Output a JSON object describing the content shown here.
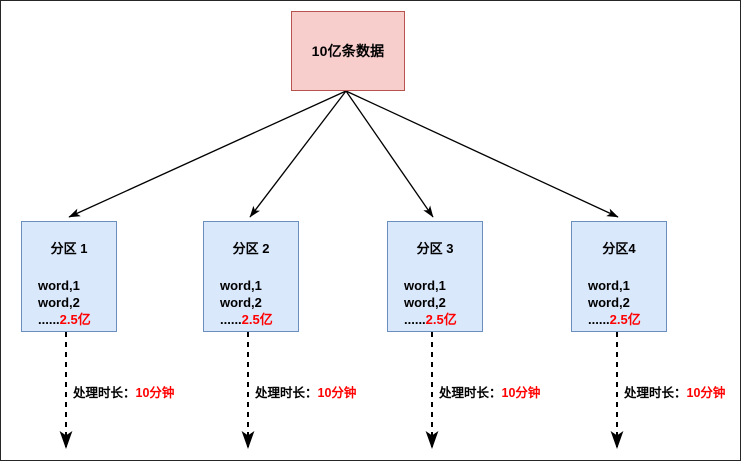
{
  "diagram": {
    "title_node": {
      "label": "10亿条数据",
      "fill": "#f8cecc",
      "stroke": "#b85450"
    },
    "partition_fill": "#dae8fc",
    "partition_stroke": "#6c8ebf",
    "accent_red": "#ff0000",
    "partitions": [
      {
        "title": "分区 1",
        "line1": "word,1",
        "line2": "word,2",
        "ellipsis": "......",
        "count": "2.5亿",
        "duration_prefix": "处理时长：",
        "duration_value": "10分钟"
      },
      {
        "title": "分区 2",
        "line1": "word,1",
        "line2": "word,2",
        "ellipsis": "......",
        "count": "2.5亿",
        "duration_prefix": "处理时长：",
        "duration_value": "10分钟"
      },
      {
        "title": "分区 3",
        "line1": "word,1",
        "line2": "word,2",
        "ellipsis": "......",
        "count": "2.5亿",
        "duration_prefix": "处理时长：",
        "duration_value": "10分钟"
      },
      {
        "title": "分区4",
        "line1": "word,1",
        "line2": "word,2",
        "ellipsis": "......",
        "count": "2.5亿",
        "duration_prefix": "处理时长：",
        "duration_value": "10分钟"
      }
    ]
  }
}
